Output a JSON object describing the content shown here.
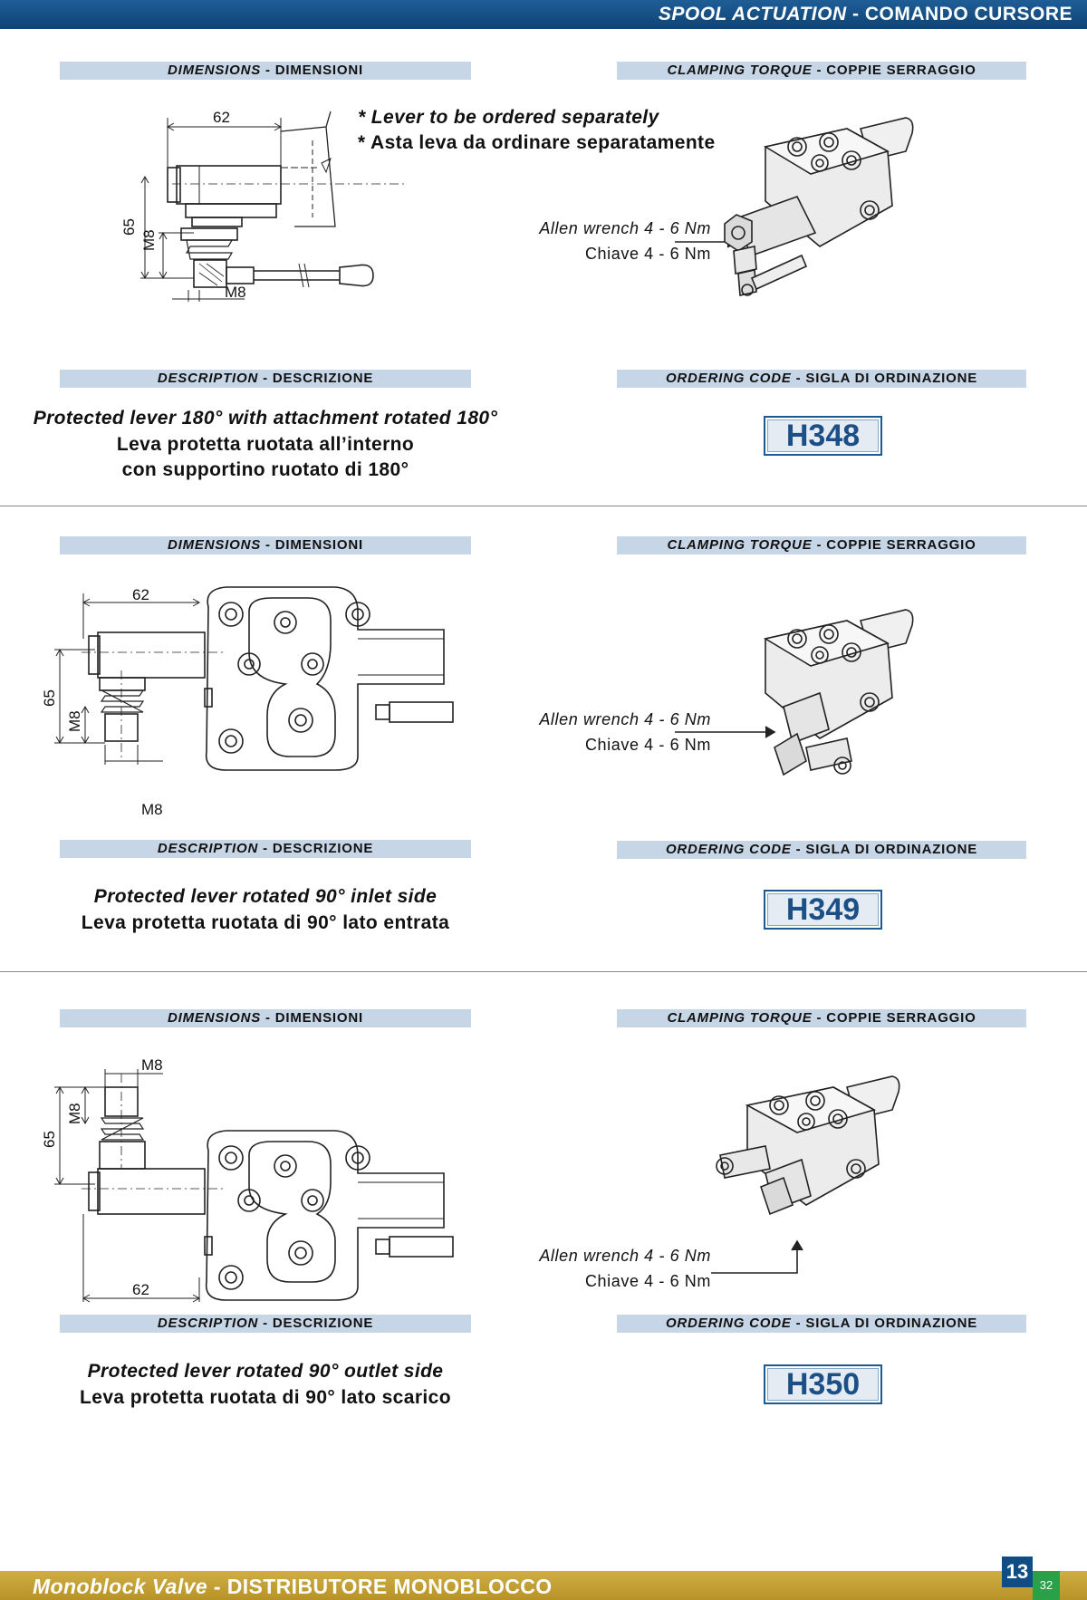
{
  "header": {
    "title_en": "SPOOL ACTUATION",
    "separator": "-",
    "title_it": "COMANDO CURSORE"
  },
  "labels": {
    "dimensions_en": "DIMENSIONS",
    "dimensions_it": "DIMENSIONI",
    "torque_en": "CLAMPING TORQUE",
    "torque_it": "COPPIE SERRAGGIO",
    "description_en": "DESCRIPTION",
    "description_it": "DESCRIZIONE",
    "ordering_en": "ORDERING CODE",
    "ordering_it": "SIGLA DI ORDINAZIONE",
    "separator": "-"
  },
  "dims": {
    "d62": "62",
    "d65": "65",
    "m8": "M8"
  },
  "sections": [
    {
      "note_en": "* Lever to be ordered separately",
      "note_it": "* Asta leva da ordinare separatamente",
      "torque_en": "Allen wrench 4 - 6 Nm",
      "torque_it": "Chiave 4 - 6 Nm",
      "desc_en": "Protected lever 180° with attachment rotated 180°",
      "desc_it_1": "Leva protetta ruotata all’interno",
      "desc_it_2": "con supportino ruotato di 180°",
      "code": "H348"
    },
    {
      "torque_en": "Allen wrench 4 - 6 Nm",
      "torque_it": "Chiave 4 - 6 Nm",
      "desc_en": "Protected lever rotated 90° inlet side",
      "desc_it": "Leva protetta ruotata di 90° lato entrata",
      "code": "H349"
    },
    {
      "torque_en": "Allen wrench 4 - 6 Nm",
      "torque_it": "Chiave 4 - 6 Nm",
      "desc_en": "Protected lever rotated 90° outlet side",
      "desc_it": "Leva protetta ruotata di 90° lato scarico",
      "code": "H350"
    }
  ],
  "footer": {
    "title_en": "Monoblock Valve",
    "separator": "-",
    "title_it": "DISTRIBUTORE MONOBLOCCO",
    "page": "13",
    "sub_page": "32"
  },
  "colors": {
    "header_blue": "#0e4476",
    "label_bar": "#c7d6e6",
    "code_text": "#1b4f86",
    "footer_gold": "#b79227",
    "page_green": "#2aa049"
  }
}
